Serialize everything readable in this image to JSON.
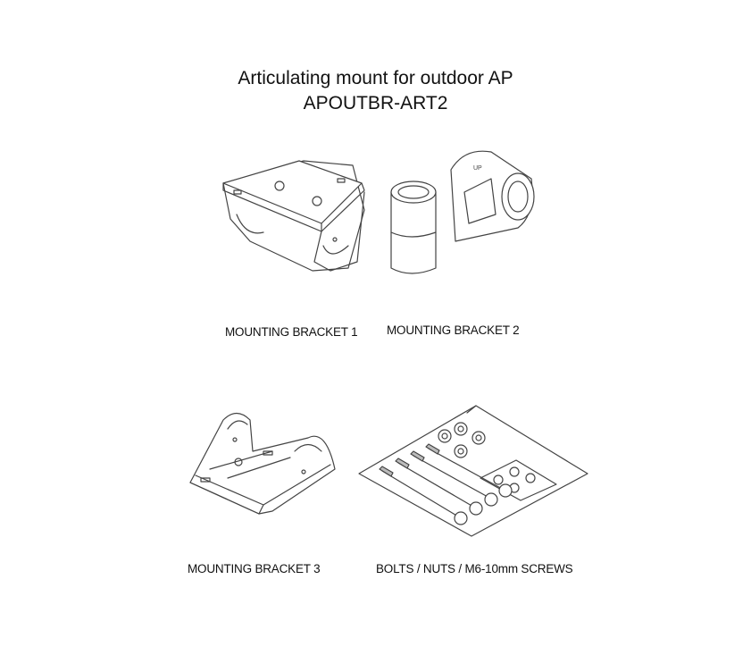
{
  "title": {
    "line1": "Articulating mount for outdoor AP",
    "line2": "APOUTBR-ART2"
  },
  "items": [
    {
      "label": "MOUNTING BRACKET 1"
    },
    {
      "label": "MOUNTING BRACKET 2"
    },
    {
      "label": "MOUNTING BRACKET 3"
    },
    {
      "label": "BOLTS / NUTS / M6-10mm SCREWS"
    }
  ],
  "colors": {
    "line": "#444444",
    "background": "#ffffff"
  }
}
